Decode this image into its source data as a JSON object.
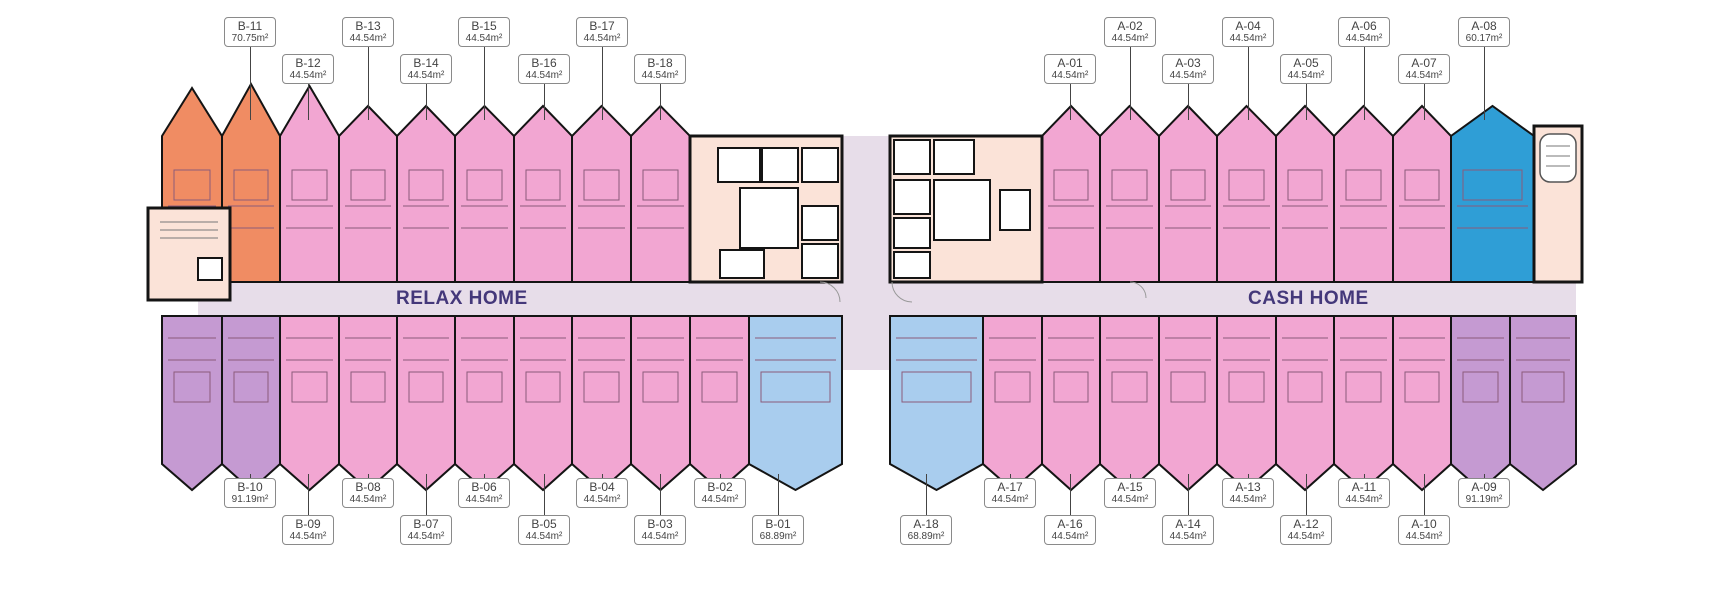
{
  "zones": {
    "left_title": "RELAX HOME",
    "right_title": "CASH HOME"
  },
  "colors": {
    "studio_pink": "#f2a6d2",
    "corner_orange": "#f08c63",
    "corner_purple": "#c59ad2",
    "two_bed_blue": "#a9cdee",
    "corner_cyan": "#2f9ed6",
    "core_peach": "#fbe3d8",
    "corridor_lilac": "#e7dde9",
    "wall_black": "#141414"
  },
  "units_top": [
    {
      "id": "B-11",
      "area": "70.75m²"
    },
    {
      "id": "B-12",
      "area": "44.54m²"
    },
    {
      "id": "B-13",
      "area": "44.54m²"
    },
    {
      "id": "B-14",
      "area": "44.54m²"
    },
    {
      "id": "B-15",
      "area": "44.54m²"
    },
    {
      "id": "B-16",
      "area": "44.54m²"
    },
    {
      "id": "B-17",
      "area": "44.54m²"
    },
    {
      "id": "B-18",
      "area": "44.54m²"
    },
    {
      "id": "A-01",
      "area": "44.54m²"
    },
    {
      "id": "A-02",
      "area": "44.54m²"
    },
    {
      "id": "A-03",
      "area": "44.54m²"
    },
    {
      "id": "A-04",
      "area": "44.54m²"
    },
    {
      "id": "A-05",
      "area": "44.54m²"
    },
    {
      "id": "A-06",
      "area": "44.54m²"
    },
    {
      "id": "A-07",
      "area": "44.54m²"
    },
    {
      "id": "A-08",
      "area": "60.17m²"
    }
  ],
  "units_bottom": [
    {
      "id": "B-10",
      "area": "91.19m²"
    },
    {
      "id": "B-09",
      "area": "44.54m²"
    },
    {
      "id": "B-08",
      "area": "44.54m²"
    },
    {
      "id": "B-07",
      "area": "44.54m²"
    },
    {
      "id": "B-06",
      "area": "44.54m²"
    },
    {
      "id": "B-05",
      "area": "44.54m²"
    },
    {
      "id": "B-04",
      "area": "44.54m²"
    },
    {
      "id": "B-03",
      "area": "44.54m²"
    },
    {
      "id": "B-02",
      "area": "44.54m²"
    },
    {
      "id": "B-01",
      "area": "68.89m²"
    },
    {
      "id": "A-18",
      "area": "68.89m²"
    },
    {
      "id": "A-17",
      "area": "44.54m²"
    },
    {
      "id": "A-16",
      "area": "44.54m²"
    },
    {
      "id": "A-15",
      "area": "44.54m²"
    },
    {
      "id": "A-14",
      "area": "44.54m²"
    },
    {
      "id": "A-13",
      "area": "44.54m²"
    },
    {
      "id": "A-12",
      "area": "44.54m²"
    },
    {
      "id": "A-11",
      "area": "44.54m²"
    },
    {
      "id": "A-10",
      "area": "44.54m²"
    },
    {
      "id": "A-09",
      "area": "91.19m²"
    }
  ]
}
